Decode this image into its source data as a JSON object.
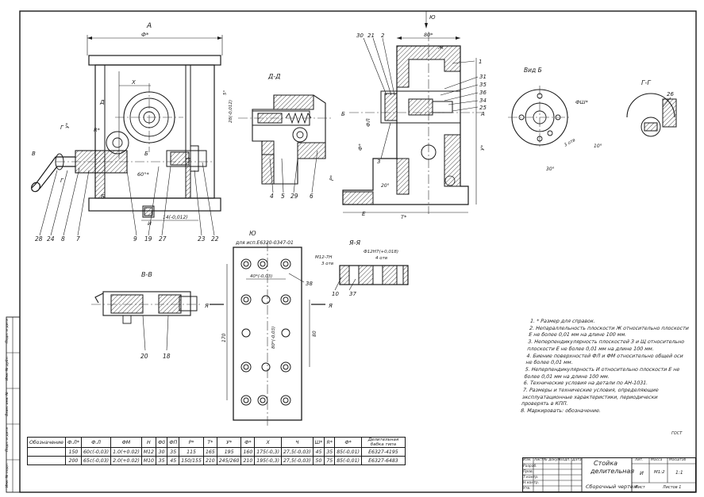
{
  "views": {
    "a": "A",
    "dd": "Д-Д",
    "vid_b": "Вид Б",
    "gg": "Г-Г",
    "vv": "В-В",
    "yu": "Ю",
    "ya_ya": "Я-Я",
    "arrow_yu": "Ю"
  },
  "dims": {
    "phi_star": "Ф*",
    "x_dim": "X",
    "r_star": "R*",
    "sixty": "60°*",
    "u_star": "У*",
    "p_star": "Р*",
    "t_star": "Т*",
    "eighty": "80*",
    "zh": "Ж",
    "phi_w": "ФШ*",
    "d_star": "Ф*",
    "phi_l": "ФЛ",
    "tol_14": "14(-0,012)",
    "tol_6": "28(-0,012)",
    "five_deg": "5°",
    "ten_deg": "10°",
    "thirty_deg": "30°",
    "twenty_deg": "20°",
    "forty": "40*(-0,03)",
    "eighty_tol": "80*(-0,03)",
    "oneseventy": "170",
    "eighty2": "80",
    "thread": "М12-7Н",
    "phi12": "Ф12Н7(+0,018)",
    "holes": "3 отв",
    "holes2": "4 отв",
    "use_for": "для исп.Е6320-0347-01"
  },
  "letters": {
    "d1": "Д",
    "g1": "Г",
    "v1": "В",
    "b1": "Б",
    "b2": "Б",
    "i1": "И",
    "e1": "Е",
    "ya1": "Я",
    "ya2": "Я",
    "v2": "В",
    "g2": "Г",
    "a2": "А",
    "b3": "Б",
    "zh2": "Ж"
  },
  "parts": {
    "p28": "28",
    "p24": "24",
    "p8": "8",
    "p7": "7",
    "p9": "9",
    "p19": "19",
    "p27": "27",
    "p23": "23",
    "p22": "22",
    "p4": "4",
    "p5": "5",
    "p29": "29",
    "p6": "6",
    "p30": "30",
    "p21": "21",
    "p2": "2",
    "p1": "1",
    "p31": "31",
    "p35": "35",
    "p36": "36",
    "p34": "34",
    "p25": "25",
    "p3": "3",
    "p26": "26",
    "p38": "38",
    "p37": "37",
    "p10": "10",
    "p20": "20",
    "p18": "18"
  },
  "notes": [
    "1. * Размер для справок.",
    "2. Непараллельность плоскости Ж относительно плоскости Е не более 0,01 мм на длине 100 мм.",
    "3. Неперпендикулярность плоскостей З и Щ относительно плоскости Е не более 0,01 мм на длине 100 мм.",
    "4. Биение поверхностей ФЛ и ФМ относительно общей оси не более 0,01 мм.",
    "5. Неперпендикулярность И относительно плоскости Е не более 0,01 мм на длине 100 мм.",
    "6. Технические условия на детали по АН-1031.",
    "7. Размеры и технические условия, определяющие эксплуатационные характеристики, периодически проверять в КПП.",
    "8. Маркировать: обозначение."
  ],
  "spec_table": {
    "headers": [
      "Обозначение",
      "Ф.Л*",
      "Ф.Л",
      "ФМ",
      "Н",
      "Ф0",
      "ФП",
      "Р*",
      "Т*",
      "У*",
      "Ф*",
      "Х",
      "Ч",
      "Ш*",
      "R*",
      "Ф*",
      "Делительная бабка типа"
    ],
    "rows": [
      [
        "",
        "150",
        "60с(-0,03)",
        "1.0(+0.02)",
        "М12",
        "30",
        "35",
        "115",
        "165",
        "195",
        "160",
        "175(-0,3)",
        "27,5(-0,03)",
        "45",
        "35",
        "85(-0,01)",
        "Е6327-4195"
      ],
      [
        "",
        "200",
        "65с(-0,03)",
        "2.0(+0.02)",
        "М10",
        "35",
        "45",
        "150/155",
        "210",
        "245/260",
        "210",
        "195(-0,3)",
        "27,5(-0,03)",
        "50",
        "75",
        "85(-0,01)",
        "Е6327-6483"
      ]
    ],
    "note_mark": "ГОСТ"
  },
  "title_block": {
    "name_line1": "Стойка",
    "name_line2": "делительная",
    "doc_type": "Сборочный чертеж",
    "lit": "Лит.",
    "mass": "Масса",
    "scale": "Масштаб",
    "scale_value": "1:1",
    "sheet": "Лист",
    "sheets": "Листов 1",
    "letter_value": "И",
    "mass_value": "М1:2",
    "rows": [
      "Изм.",
      "Лист",
      "№ докум.",
      "Подп.",
      "Дата"
    ],
    "roles": [
      "Разраб.",
      "Пров.",
      "Т.контр.",
      "Н.контр.",
      "Утв."
    ]
  },
  "side_stamp": {
    "items": [
      "Подп. и дата",
      "Инв. № дубл.",
      "Взам. инв. №",
      "Подп. и дата",
      "Инв. № подл."
    ]
  }
}
